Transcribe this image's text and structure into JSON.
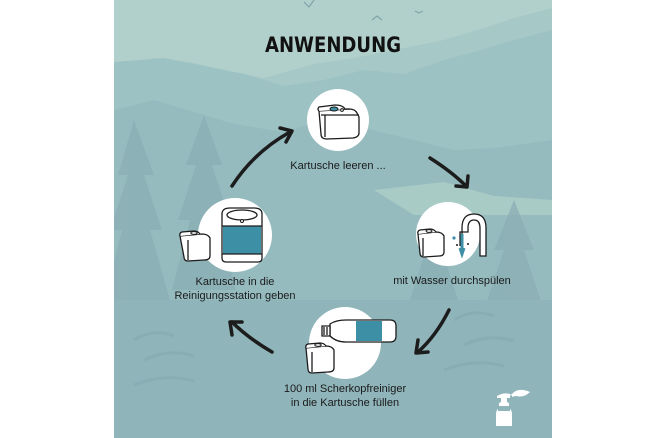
{
  "title": "ANWENDUNG",
  "colors": {
    "sky": "#b1d0cb",
    "mountains": "#9dc2c4",
    "forest": "#8fb4ba",
    "accent_blue": "#3d8fa6",
    "arrow": "#1c1c1c",
    "circle": "#ffffff"
  },
  "steps": [
    {
      "id": 1,
      "label": "Kartusche leeren ...",
      "icon": "cartridge-icon"
    },
    {
      "id": 2,
      "label": "mit Wasser durchspülen",
      "icon": "water-tap-icon"
    },
    {
      "id": 3,
      "label_line1": "100 ml Scherkopfreiniger",
      "label_line2": "in die Kartusche füllen",
      "icon": "cleaner-bottle-icon"
    },
    {
      "id": 4,
      "label_line1": "Kartusche in die",
      "label_line2": "Reinigungsstation geben",
      "icon": "cleaning-station-icon"
    }
  ],
  "badge": {
    "icon": "spray-bottle-leaf-icon"
  }
}
